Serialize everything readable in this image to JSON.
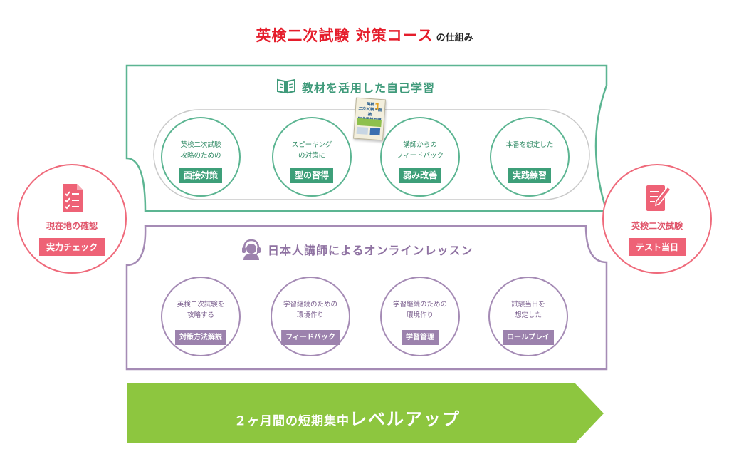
{
  "title": {
    "main": "英検二次試験 対策コース",
    "suffix": "の仕組み",
    "main_color": "#e51d2b"
  },
  "colors": {
    "green": "#5cb592",
    "purple": "#a58bb5",
    "pink": "#ef6a7b",
    "banner": "#8dc63f"
  },
  "self_study": {
    "title": "教材を活用した自己学習",
    "icon": "open-book-icon",
    "items": [
      {
        "text1": "英検二次試験",
        "text2": "攻略のための",
        "badge": "面接対策"
      },
      {
        "text1": "スピーキング",
        "text2": "の対策に",
        "badge": "型の習得"
      },
      {
        "text1": "講師からの",
        "text2": "フィードバック",
        "badge": "弱み改善"
      },
      {
        "text1": "本番を想定した",
        "text2": "",
        "badge": "実践練習"
      }
    ]
  },
  "textbook": {
    "line1": "英検",
    "line2": "二次試験・面接",
    "line3": "完全予想問題",
    "number": "1"
  },
  "online": {
    "title": "日本人講師によるオンラインレッスン",
    "icon": "headset-teacher-icon",
    "items": [
      {
        "text1": "英検二次試験を",
        "text2": "攻略する",
        "badge": "対策方法解説"
      },
      {
        "text1": "学習継続のための",
        "text2": "環境作り",
        "badge": "フィードバック"
      },
      {
        "text1": "学習継続のための",
        "text2": "環境作り",
        "badge": "学習管理"
      },
      {
        "text1": "試験当日を",
        "text2": "想定した",
        "badge": "ロールプレイ"
      }
    ]
  },
  "left_circle": {
    "label": "現在地の確認",
    "badge": "実力チェック",
    "icon": "checklist-icon"
  },
  "right_circle": {
    "label": "英検二次試験",
    "badge": "テスト当日",
    "icon": "exam-sheet-pen-icon"
  },
  "banner": {
    "text1": "２ヶ月間の短期集中",
    "text2": "レベルアップ"
  }
}
